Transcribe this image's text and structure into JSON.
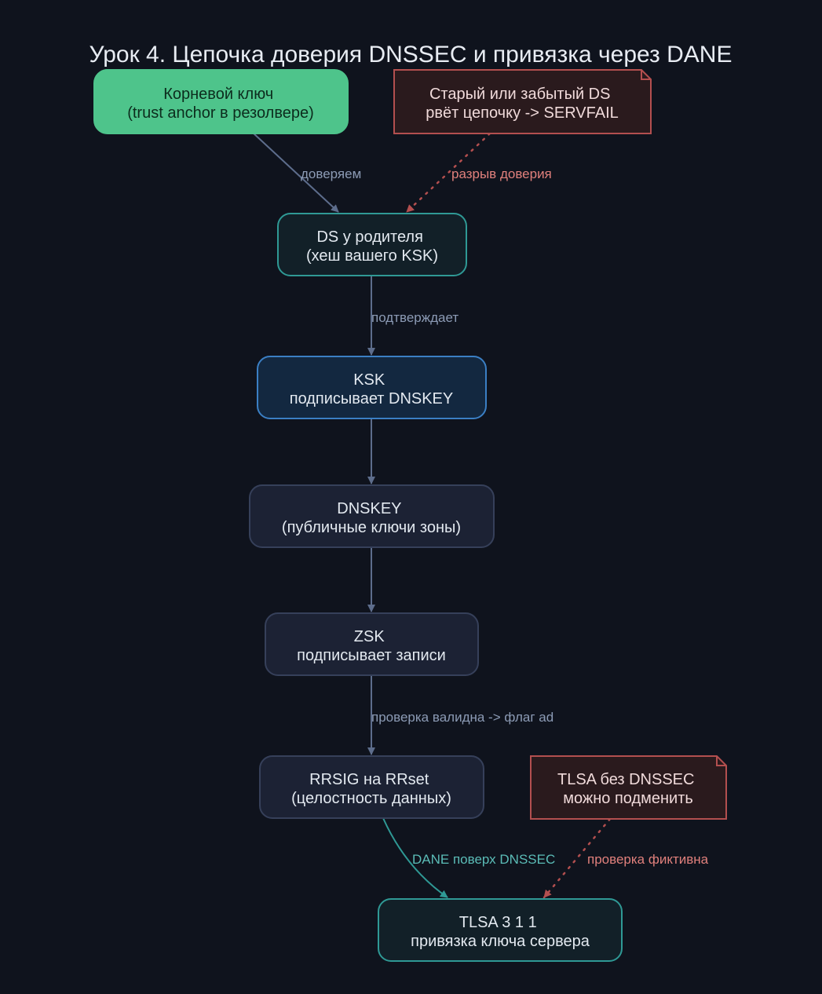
{
  "title": "Урок 4. Цепочка доверия DNSSEC и привязка через DANE",
  "colors": {
    "background": "#0f131d",
    "edge_default": "#5d6d8c",
    "edge_teal": "#2f9995",
    "edge_broken": "#b34f4f",
    "label_default": "#8c9bb5",
    "label_teal": "#5bbcb7",
    "label_broken": "#e0807c"
  },
  "nodes": {
    "root": {
      "lines": [
        "Корневой ключ",
        "(trust anchor в резолвере)"
      ]
    },
    "ds": {
      "lines": [
        "DS у родителя",
        "(хеш вашего KSK)"
      ]
    },
    "ksk": {
      "lines": [
        "KSK",
        "подписывает DNSKEY"
      ]
    },
    "dnskey": {
      "lines": [
        "DNSKEY",
        "(публичные ключи зоны)"
      ]
    },
    "zsk": {
      "lines": [
        "ZSK",
        "подписывает записи"
      ]
    },
    "rrsig": {
      "lines": [
        "RRSIG на RRset",
        "(целостность данных)"
      ]
    },
    "tlsa": {
      "lines": [
        "TLSA 3 1 1",
        "привязка ключа сервера"
      ]
    },
    "note_ds": {
      "lines": [
        "Старый или забытый DS",
        "рвёт цепочку -> SERVFAIL"
      ]
    },
    "note_tlsa": {
      "lines": [
        "TLSA без DNSSEC",
        "можно подменить"
      ]
    }
  },
  "edges": {
    "root_ds": "доверяем",
    "note_ds": "разрыв доверия",
    "ds_ksk": "подтверждает",
    "zsk_rrsig": "проверка валидна -> флаг ad",
    "rrsig_tlsa": "DANE поверх DNSSEC",
    "note_tlsa": "проверка фиктивна"
  }
}
